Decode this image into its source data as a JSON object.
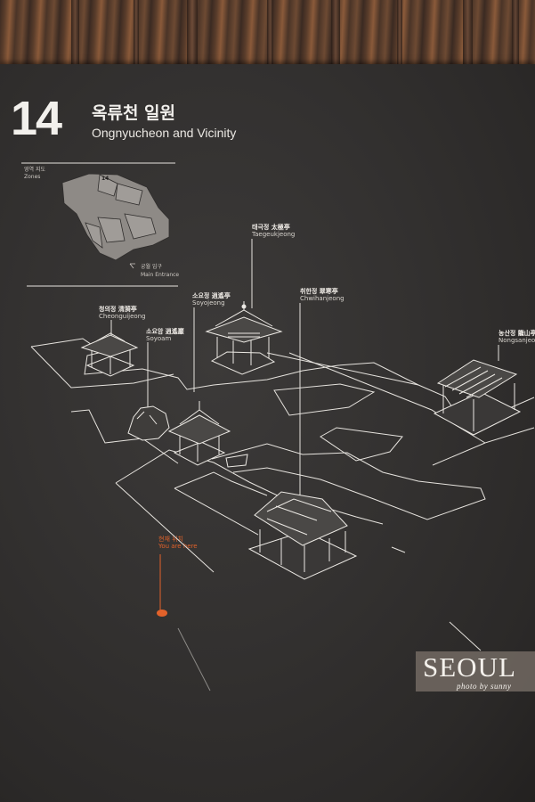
{
  "sign": {
    "number": "14",
    "title_ko": "옥류천 일원",
    "title_en": "Ongnyucheon and Vicinity",
    "zones_ko": "영역 지도",
    "zones_en": "Zones",
    "zone_number": "14",
    "entrance_ko": "궁월 입구",
    "entrance_en": "Main Entrance"
  },
  "pavilions": [
    {
      "key": "taegeukjeong",
      "ko": "태극정 太極亭",
      "en": "Taegeukjeong"
    },
    {
      "key": "soyojeong",
      "ko": "소요정 逍遙亭",
      "en": "Soyojeong"
    },
    {
      "key": "chwihanjeong",
      "ko": "취한정 翠寒亭",
      "en": "Chwihanjeong"
    },
    {
      "key": "cheonguijeong",
      "ko": "청의정 淸漪亭",
      "en": "Cheonguijeong"
    },
    {
      "key": "soyoam",
      "ko": "소요암 逍遙巖",
      "en": "Soyoam"
    },
    {
      "key": "nongsanjeong",
      "ko": "농산정 籠山亭",
      "en": "Nongsanjeor"
    }
  ],
  "you_are_here": {
    "ko": "현재 위치",
    "en": "You are here",
    "color": "#e2622a"
  },
  "watermark": {
    "main": "SEOUL",
    "sub": "photo by sunny"
  },
  "colors": {
    "board": "#333130",
    "lines": "#e6e3de",
    "accent": "#e2622a"
  }
}
